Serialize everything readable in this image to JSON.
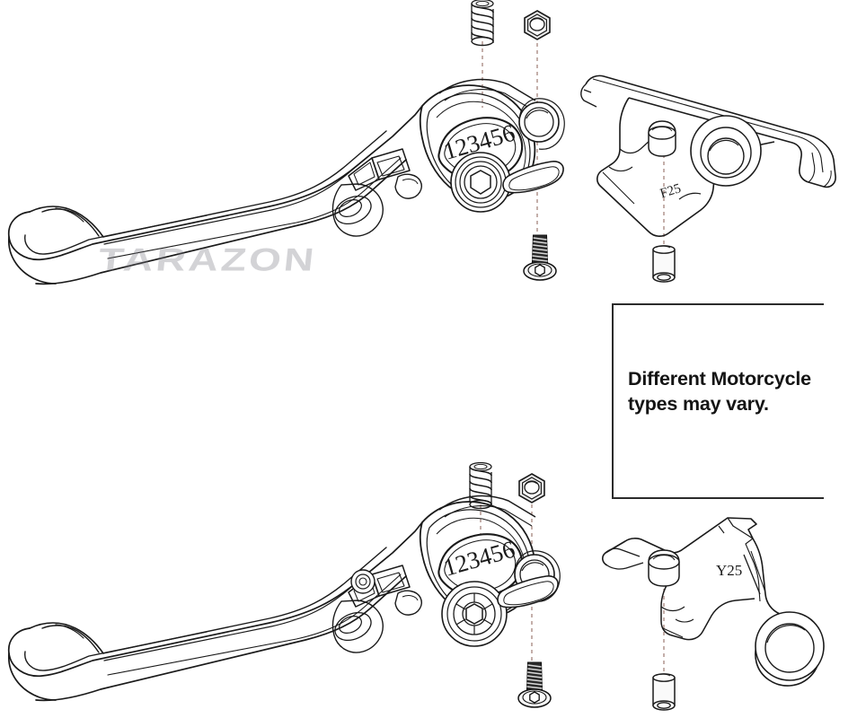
{
  "image": {
    "kind": "technical-line-drawing",
    "subject": "Motorcycle brake and clutch lever set with mounting brackets",
    "background_color": "#ffffff",
    "line_color": "#1a1a1a",
    "dashed_guide_color": "#9c7a72"
  },
  "note": {
    "text": "Different Motorcycle\ntypes may vary.",
    "line1": "Different Motorcycle",
    "line2": "types may vary."
  },
  "watermark": {
    "text": "TARAZON"
  },
  "assemblies": [
    {
      "id": "upper",
      "name": "Upper lever assembly",
      "lever": {
        "name": "folding adjustable lever",
        "adjuster_dial_digits": "123456"
      },
      "bracket": {
        "label": "F25",
        "name": "lever perch bracket"
      },
      "hardware": [
        {
          "name": "compression-spring",
          "label": ""
        },
        {
          "name": "hex-nut",
          "label": ""
        },
        {
          "name": "socket-head-bolt",
          "label": ""
        },
        {
          "name": "spacer-bushing",
          "label": ""
        }
      ]
    },
    {
      "id": "lower",
      "name": "Lower lever assembly",
      "lever": {
        "name": "folding adjustable lever",
        "adjuster_dial_digits": "123456"
      },
      "bracket": {
        "label": "Y25",
        "name": "lever perch bracket"
      },
      "hardware": [
        {
          "name": "compression-spring",
          "label": ""
        },
        {
          "name": "hex-nut",
          "label": ""
        },
        {
          "name": "socket-head-bolt",
          "label": ""
        },
        {
          "name": "spacer-bushing",
          "label": ""
        }
      ]
    }
  ],
  "dial_digits": {
    "upper": "123456",
    "lower": "123456"
  },
  "labels": {
    "upper_bracket": "F25",
    "lower_bracket": "Y25"
  }
}
